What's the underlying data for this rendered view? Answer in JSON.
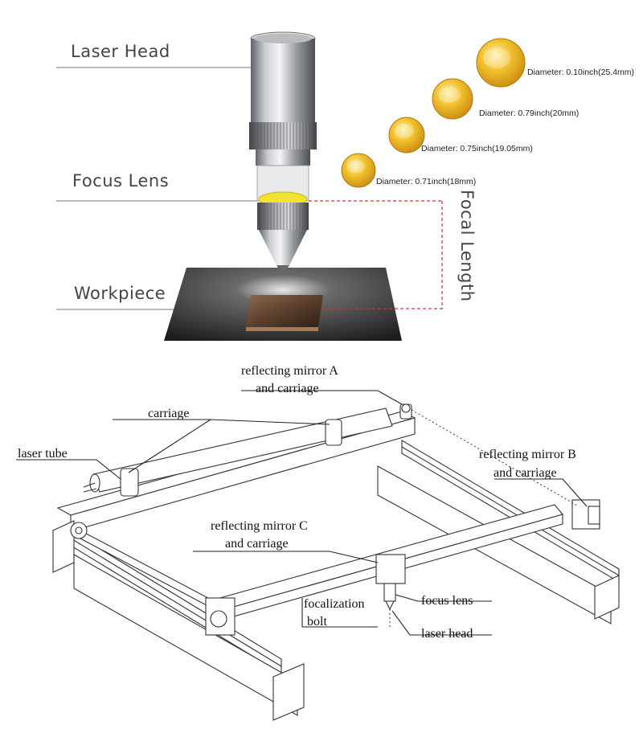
{
  "top_diagram": {
    "labels": {
      "laser_head": "Laser Head",
      "focus_lens": "Focus Lens",
      "workpiece": "Workpiece",
      "focal_length": "Focal Length"
    },
    "lenses": [
      {
        "label": "Diameter: 0.10inch(25.4mm)"
      },
      {
        "label": "Diameter: 0.79inch(20mm)"
      },
      {
        "label": "Diameter: 0.75inch(19.05mm)"
      },
      {
        "label": "Diameter: 0.71inch(18mm)"
      }
    ],
    "colors": {
      "lens_gold": "#f2c12e",
      "focal_marker": "#d93030",
      "workpiece_plate": "#2e2e2e"
    }
  },
  "bottom_diagram": {
    "labels": {
      "mirror_a_line1": "reflecting mirror A",
      "mirror_a_line2": "and carriage",
      "carriage": "carriage",
      "laser_tube": "laser tube",
      "mirror_b_line1": "reflecting mirror B",
      "mirror_b_line2": "and carriage",
      "mirror_c_line1": "reflecting mirror C",
      "mirror_c_line2": "and carriage",
      "focalization_line1": "focalization",
      "focalization_line2": "bolt",
      "focus_lens": "focus lens",
      "laser_head": "laser head"
    }
  }
}
